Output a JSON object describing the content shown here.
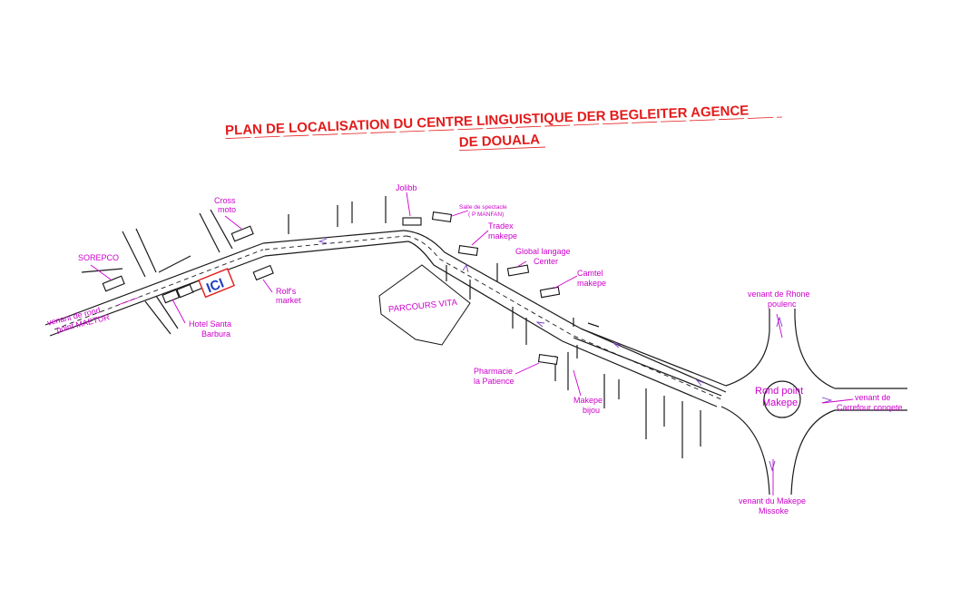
{
  "title": {
    "line1": "PLAN DE LOCALISATION DU CENTRE LINGUISTIQUE DER BEGLEITER AGENCE",
    "line2": "DE DOUALA"
  },
  "marker": {
    "text": "ICI",
    "text_color": "#1d3fbf",
    "frame_color": "#e31b1b"
  },
  "landmarks": {
    "sorepco": "SOREPCO",
    "cross_moto": [
      "Cross",
      "moto"
    ],
    "venant_maetur": [
      "venant de rond",
      "point MAETUR"
    ],
    "hotel": [
      "Hotel Santa",
      "Barbura"
    ],
    "rolfs": [
      "Rolf's",
      "market"
    ],
    "jolibb": "Jolibb",
    "salle": [
      "Salle de spectacle",
      "( P MANFAN)"
    ],
    "tradex": [
      "Tradex",
      "makepe"
    ],
    "global": [
      "Global langage",
      "Center"
    ],
    "camtel": [
      "Camtel",
      "makepe"
    ],
    "parcours": "PARCOURS VITA",
    "pharmacie": [
      "Pharmacie",
      "la Patience"
    ],
    "bijou": [
      "Makepe",
      "bijou"
    ],
    "rhone": [
      "venant de Rhone",
      "poulenc"
    ],
    "rond_point": [
      "Rond point",
      "Makepe"
    ],
    "carrefour": [
      "venant de",
      "Carrefour conqete"
    ],
    "missoke": [
      "venant du Makepe",
      "Missoke"
    ]
  },
  "colors": {
    "title": "#e31b1b",
    "labels": "#cc00cc",
    "roads": "#1a1a1a",
    "direction_arrows": "#7a3cc8"
  }
}
